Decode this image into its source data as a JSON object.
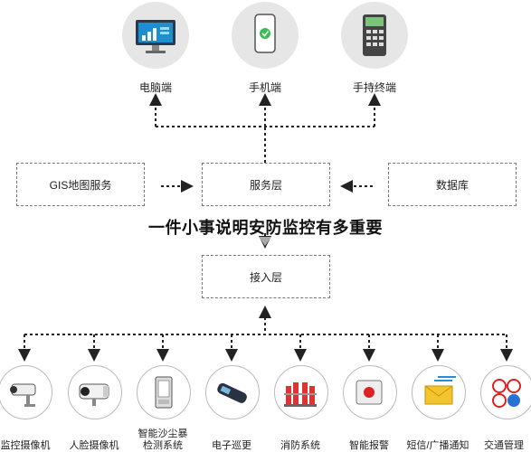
{
  "clients": [
    {
      "label": "电脑端",
      "icon": "computer-monitor-icon"
    },
    {
      "label": "手机端",
      "icon": "smartphone-icon"
    },
    {
      "label": "手持终端",
      "icon": "handheld-terminal-icon"
    }
  ],
  "middle": {
    "left_box": "GIS地图服务",
    "center_box": "服务层",
    "right_box": "数据库"
  },
  "headline": "一件小事说明安防监控有多重要",
  "access_box": "接入层",
  "devices": [
    {
      "label": "监控摄像机",
      "icon": "surveillance-camera-icon"
    },
    {
      "label": "人脸摄像机",
      "icon": "face-camera-icon"
    },
    {
      "label": "智能沙尘暴\n检测系统",
      "icon": "dust-storm-detector-icon"
    },
    {
      "label": "电子巡更",
      "icon": "patrol-device-icon"
    },
    {
      "label": "消防系统",
      "icon": "fire-system-icon"
    },
    {
      "label": "智能报警",
      "icon": "alarm-button-icon"
    },
    {
      "label": "短信/广播通知",
      "icon": "message-envelope-icon"
    },
    {
      "label": "交通管理",
      "icon": "traffic-signs-icon"
    }
  ],
  "colors": {
    "line": "#222222",
    "dashed_border": "#777777",
    "circle_bg": "#e6e6e6",
    "headline": "#111111"
  }
}
